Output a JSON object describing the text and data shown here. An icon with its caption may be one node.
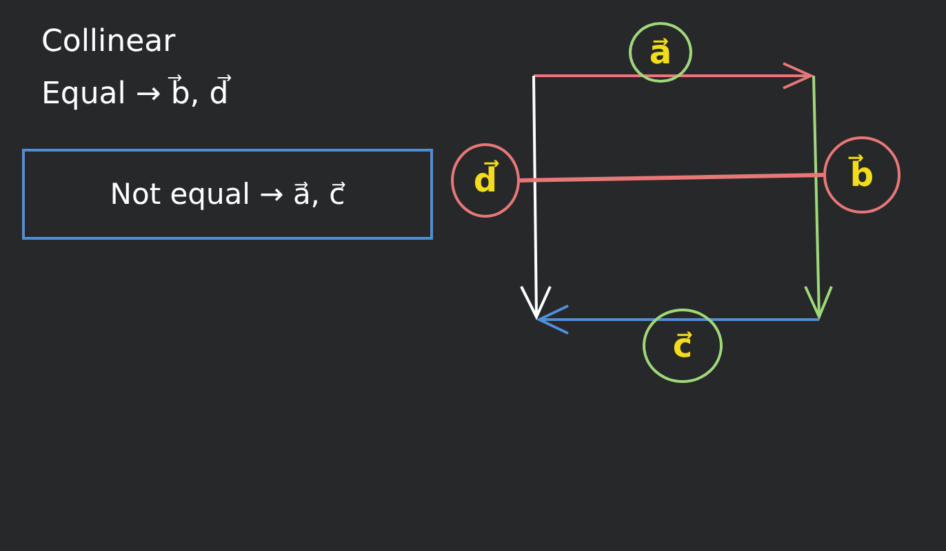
{
  "diagram": {
    "nodes": [
      {
        "text": [
          "Not equal → a⃗, c⃗"
        ]
      },
      {
        "text": [
          "a⃗"
        ]
      },
      {
        "text": [
          "d⃗"
        ]
      },
      {
        "text": [
          "b⃗"
        ]
      },
      {
        "text": [
          "c⃗"
        ]
      }
    ],
    "edges": [
      {
        "from": 2,
        "to": 3,
        "arrow": "none",
        "color": "#e87878"
      }
    ],
    "labels": [
      "Collinear",
      "Equal → b⃗, d⃗"
    ]
  }
}
